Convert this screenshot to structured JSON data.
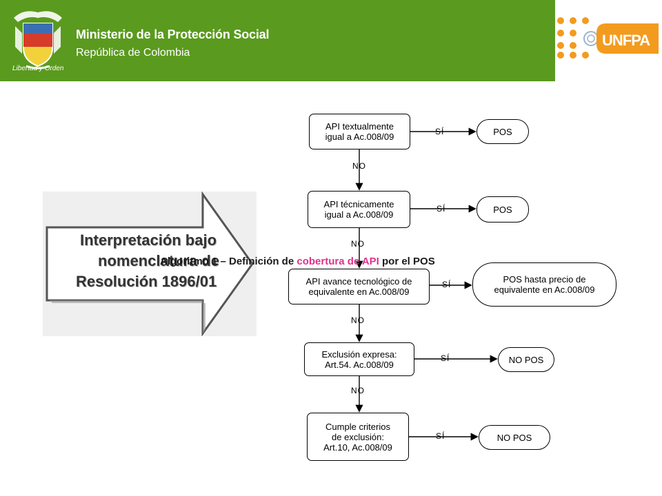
{
  "header": {
    "ministry": "Ministerio de la Protección Social",
    "republic": "República de Colombia",
    "motto": "Libertad y Orden",
    "partner_logo": "UNFPA",
    "colors": {
      "header_green": "#5a9a1e",
      "unfpa_orange": "#f39b1e"
    }
  },
  "left_panel": {
    "line1": "Interpretación bajo",
    "line2": "nomenclatura de",
    "line3": "Resolución 1896/01"
  },
  "caption": {
    "prefix": "Algoritmo 1 – Definición de ",
    "highlight": "cobertura de API",
    "suffix": " por el POS",
    "highlight_color": "#e0318c"
  },
  "flow": {
    "decisions": [
      {
        "text": "API textualmente\nigual a Ac.008/09",
        "yes": "SÍ",
        "result": "POS",
        "no": "NO"
      },
      {
        "text": "API técnicamente\nigual a Ac.008/09",
        "yes": "SÍ",
        "result": "POS",
        "no": "NO"
      },
      {
        "text": "API avance tecnológico de\nequivalente en Ac.008/09",
        "yes": "SÍ",
        "result": "POS hasta precio de\nequivalente en Ac.008/09",
        "no": "NO"
      },
      {
        "text": "Exclusión expresa:\nArt.54. Ac.008/09",
        "yes": "SÍ",
        "result": "NO POS",
        "no": "NO"
      },
      {
        "text": "Cumple criterios\nde exclusión:\nArt.10, Ac.008/09",
        "yes": "SÍ",
        "result": "NO POS"
      }
    ]
  }
}
